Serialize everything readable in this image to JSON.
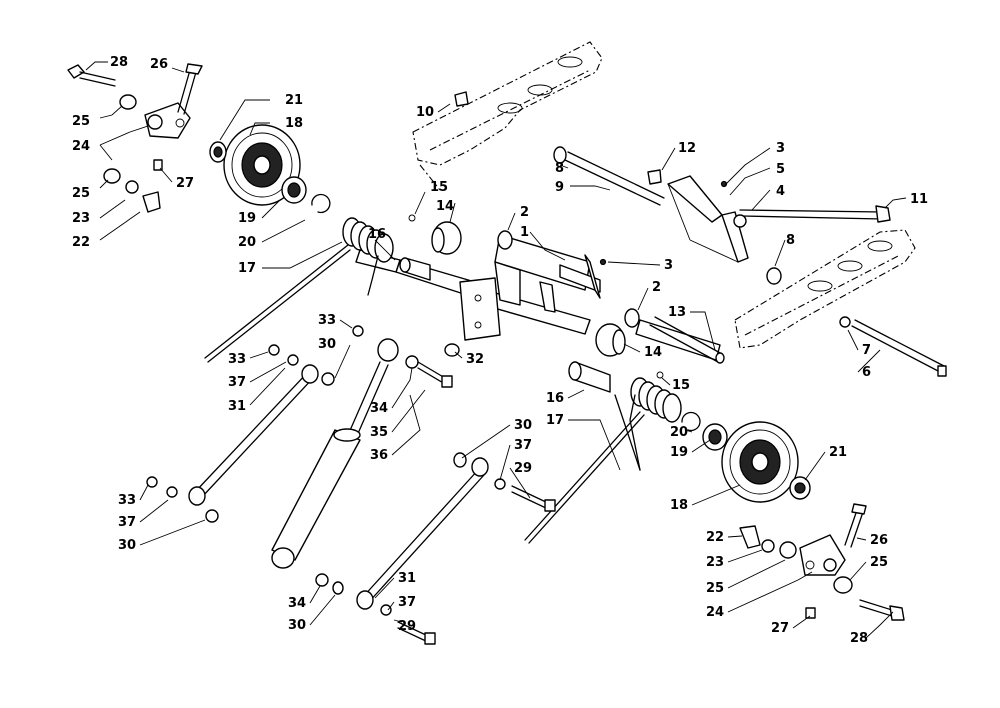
{
  "callouts": [
    {
      "id": "c28a",
      "text": "28"
    },
    {
      "id": "c26a",
      "text": "26"
    },
    {
      "id": "c21a",
      "text": "21"
    },
    {
      "id": "c18a",
      "text": "18"
    },
    {
      "id": "c25a",
      "text": "25"
    },
    {
      "id": "c24a",
      "text": "24"
    },
    {
      "id": "c25b",
      "text": "25"
    },
    {
      "id": "c27a",
      "text": "27"
    },
    {
      "id": "c23a",
      "text": "23"
    },
    {
      "id": "c22a",
      "text": "22"
    },
    {
      "id": "c19a",
      "text": "19"
    },
    {
      "id": "c20a",
      "text": "20"
    },
    {
      "id": "c17a",
      "text": "17"
    },
    {
      "id": "c10",
      "text": "10"
    },
    {
      "id": "c8a",
      "text": "8"
    },
    {
      "id": "c9",
      "text": "9"
    },
    {
      "id": "c12",
      "text": "12"
    },
    {
      "id": "c3a",
      "text": "3"
    },
    {
      "id": "c5",
      "text": "5"
    },
    {
      "id": "c4",
      "text": "4"
    },
    {
      "id": "c11",
      "text": "11"
    },
    {
      "id": "c15a",
      "text": "15"
    },
    {
      "id": "c14a",
      "text": "14"
    },
    {
      "id": "c2a",
      "text": "2"
    },
    {
      "id": "c1",
      "text": "1"
    },
    {
      "id": "c16a",
      "text": "16"
    },
    {
      "id": "c3b",
      "text": "3"
    },
    {
      "id": "c8b",
      "text": "8"
    },
    {
      "id": "c2b",
      "text": "2"
    },
    {
      "id": "c13",
      "text": "13"
    },
    {
      "id": "c33a",
      "text": "33"
    },
    {
      "id": "c30a",
      "text": "30"
    },
    {
      "id": "c33b",
      "text": "33"
    },
    {
      "id": "c37a",
      "text": "37"
    },
    {
      "id": "c31a",
      "text": "31"
    },
    {
      "id": "c32",
      "text": "32"
    },
    {
      "id": "c14b",
      "text": "14"
    },
    {
      "id": "c15b",
      "text": "15"
    },
    {
      "id": "c7",
      "text": "7"
    },
    {
      "id": "c6",
      "text": "6"
    },
    {
      "id": "c34a",
      "text": "34"
    },
    {
      "id": "c35",
      "text": "35"
    },
    {
      "id": "c36",
      "text": "36"
    },
    {
      "id": "c16b",
      "text": "16"
    },
    {
      "id": "c17b",
      "text": "17"
    },
    {
      "id": "c30b",
      "text": "30"
    },
    {
      "id": "c37b",
      "text": "37"
    },
    {
      "id": "c29a",
      "text": "29"
    },
    {
      "id": "c20b",
      "text": "20"
    },
    {
      "id": "c19b",
      "text": "19"
    },
    {
      "id": "c18b",
      "text": "18"
    },
    {
      "id": "c21b",
      "text": "21"
    },
    {
      "id": "c33c",
      "text": "33"
    },
    {
      "id": "c37c",
      "text": "37"
    },
    {
      "id": "c30c",
      "text": "30"
    },
    {
      "id": "c22b",
      "text": "22"
    },
    {
      "id": "c26b",
      "text": "26"
    },
    {
      "id": "c23b",
      "text": "23"
    },
    {
      "id": "c25c",
      "text": "25"
    },
    {
      "id": "c25d",
      "text": "25"
    },
    {
      "id": "c24b",
      "text": "24"
    },
    {
      "id": "c27b",
      "text": "27"
    },
    {
      "id": "c28b",
      "text": "28"
    },
    {
      "id": "c31b",
      "text": "31"
    },
    {
      "id": "c37d",
      "text": "37"
    },
    {
      "id": "c34b",
      "text": "34"
    },
    {
      "id": "c29b",
      "text": "29"
    },
    {
      "id": "c30d",
      "text": "30"
    }
  ]
}
